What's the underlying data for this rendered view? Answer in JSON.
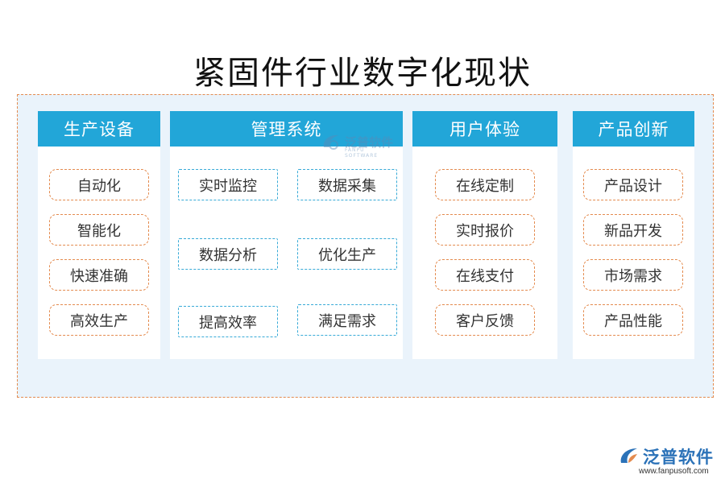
{
  "title": "紧固件行业数字化现状",
  "columns": [
    {
      "header": "生产设备",
      "items": [
        "自动化",
        "智能化",
        "快速准确",
        "高效生产"
      ]
    },
    {
      "header": "管理系统",
      "items": [
        "实时监控",
        "数据采集",
        "数据分析",
        "优化生产",
        "提高效率",
        "满足需求"
      ]
    },
    {
      "header": "用户体验",
      "items": [
        "在线定制",
        "实时报价",
        "在线支付",
        "客户反馈"
      ]
    },
    {
      "header": "产品创新",
      "items": [
        "产品设计",
        "新品开发",
        "市场需求",
        "产品性能"
      ]
    }
  ],
  "watermark": {
    "text": "泛普软件",
    "sub": "FANPU SOFTWARE"
  },
  "logo": {
    "text": "泛普软件",
    "url": "www.fanpusoft.com",
    "icon": "fanpu-logo-icon"
  },
  "colors": {
    "header": "#22a6d8",
    "frame_border": "#e48b4f",
    "frame_bg": "#eaf3fb",
    "pill_orange": "#e48b4f",
    "pill_teal": "#37aad7"
  }
}
